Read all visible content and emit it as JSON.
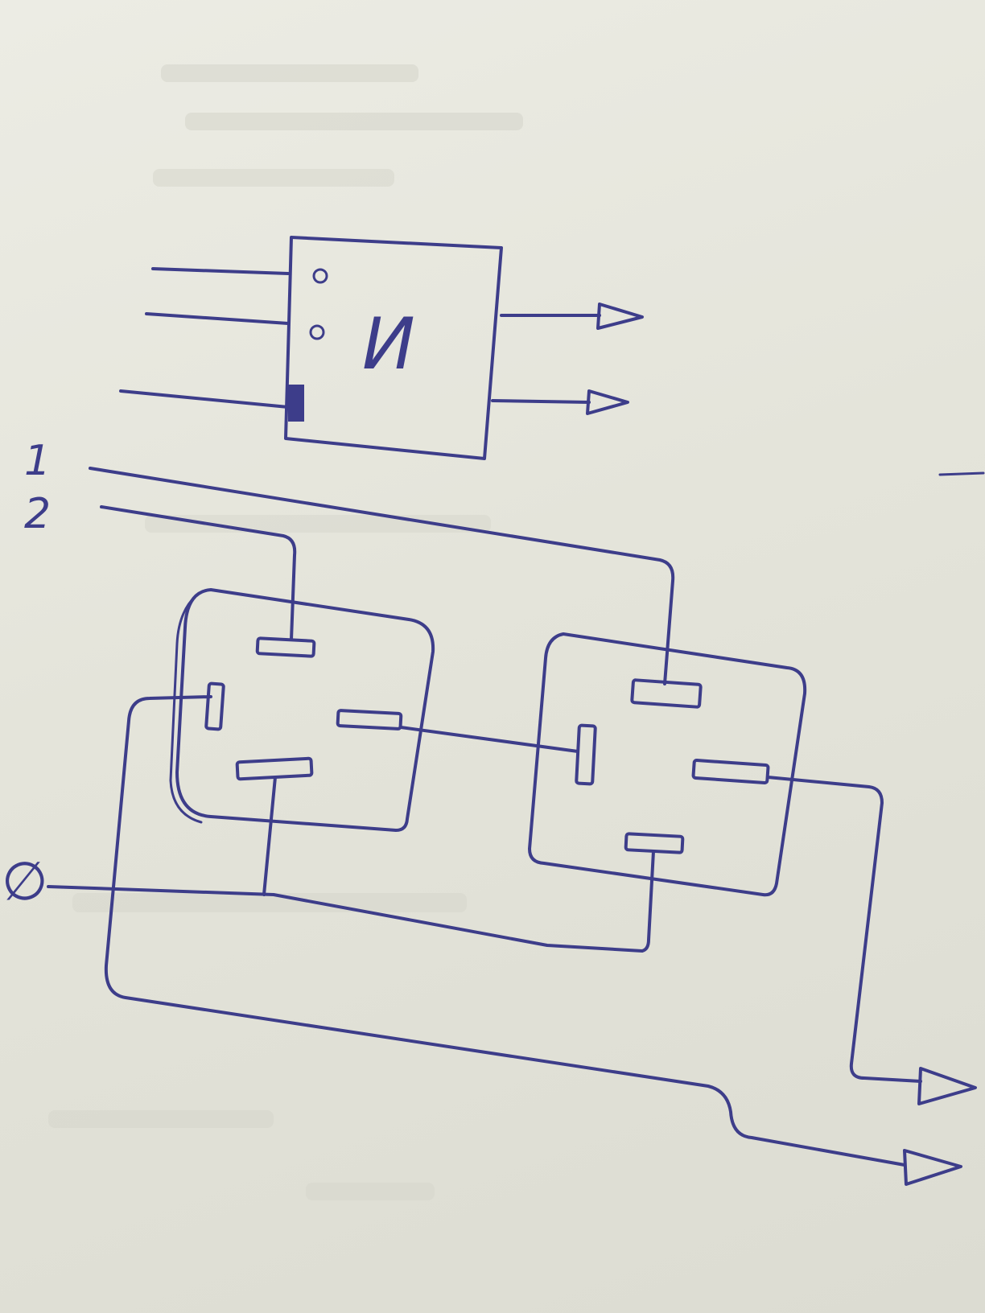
{
  "colors": {
    "ink": "#3d3d8a",
    "paper": "#e6e6dc"
  },
  "gate_symbol": {
    "label": "И"
  },
  "inputs": {
    "label_1": "1",
    "label_2": "2",
    "ground_symbol": "∅"
  }
}
